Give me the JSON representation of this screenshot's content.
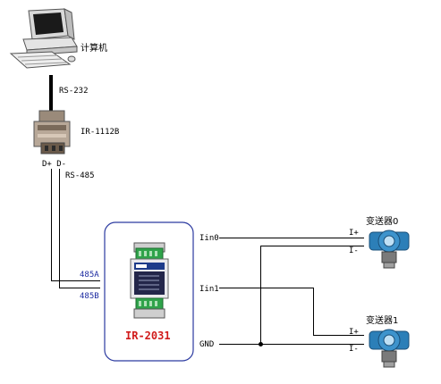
{
  "computer": {
    "label": "计算机",
    "icon": "computer-icon"
  },
  "link_pc": {
    "label": "RS-232"
  },
  "converter": {
    "model": "IR-1112B",
    "icon": "converter-device-icon"
  },
  "rs485": {
    "pins_label": "D+ D-",
    "label": "RS-485"
  },
  "module": {
    "model": "IR-2031",
    "icon": "io-module-icon",
    "port_a": "485A",
    "port_b": "485B",
    "port_iin0": "Iin0",
    "port_iin1": "Iin1",
    "port_gnd": "GND",
    "border_color": "#2b3aa0",
    "model_color": "#d11b1b"
  },
  "transmitters": [
    {
      "label": "变送器0",
      "plus": "I+",
      "minus": "I-",
      "icon": "gas-transmitter-icon"
    },
    {
      "label": "变送器1",
      "plus": "I+",
      "minus": "I-",
      "icon": "gas-transmitter-icon"
    }
  ]
}
